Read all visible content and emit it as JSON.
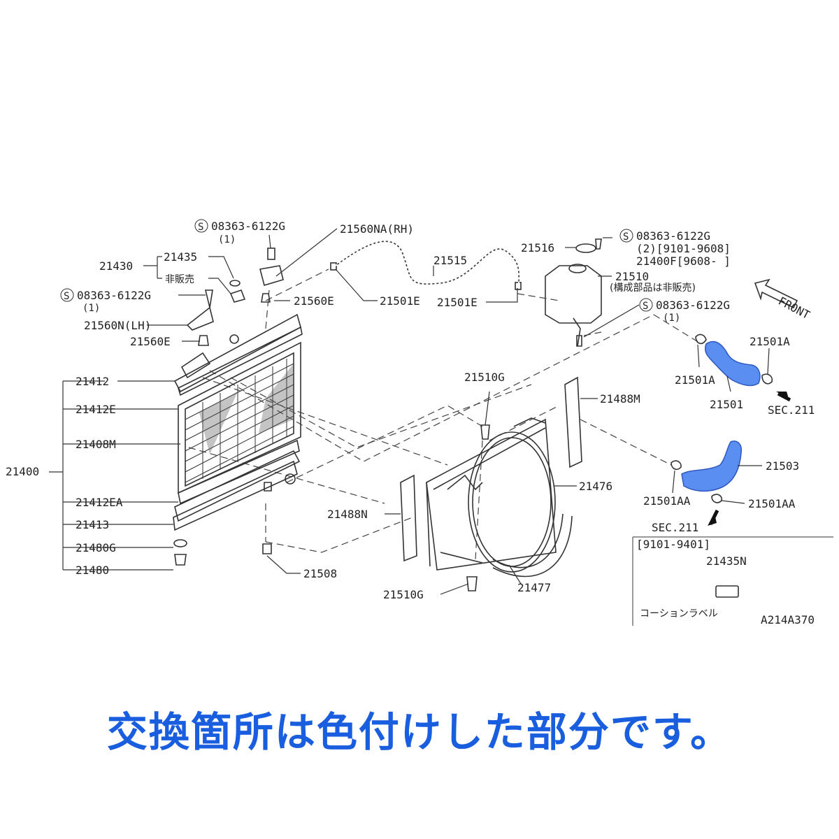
{
  "labels": {
    "p21400": "21400",
    "p21412": "21412",
    "p21412E": "21412E",
    "p21408M": "21408M",
    "p21412EA": "21412EA",
    "p21413": "21413",
    "p21480G": "21480G",
    "p21480": "21480",
    "p21430": "21430",
    "p21435": "21435",
    "hihanbai": "非販売",
    "bolt_a": "08363-6122G",
    "bolt_a_qty": "(1)",
    "bolt_b": "08363-6122G",
    "bolt_b_qty": "(1)",
    "p21560N": "21560N(LH)",
    "p21560E_left": "21560E",
    "p21560NA": "21560NA(RH)",
    "p21560E_mid": "21560E",
    "p21501E_a": "21501E",
    "p21515": "21515",
    "p21516": "21516",
    "p21501E_b": "21501E",
    "bolt_c": "08363-6122G",
    "bolt_c_note1": "(2)[9101-9608]",
    "bolt_c_note2": "21400F[9608-      ]",
    "p21510": "21510",
    "p21510_note": "(構成部品は非販売)",
    "bolt_d": "08363-6122G",
    "bolt_d_qty": "(1)",
    "front": "FRONT",
    "p21501A_top": "21501A",
    "p21501A_left": "21501A",
    "p21501": "21501",
    "sec211_a": "SEC.211",
    "p21510G_top": "21510G",
    "p21488M": "21488M",
    "p21503": "21503",
    "p21476": "21476",
    "p21501AA_left": "21501AA",
    "p21501AA_right": "21501AA",
    "sec211_b": "SEC.211",
    "p21488N": "21488N",
    "p21508": "21508",
    "p21477": "21477",
    "p21510G_bottom": "21510G",
    "inset_range": "[9101-9401]",
    "p21435N": "21435N",
    "caution_label": "コーションラベル",
    "diagram_code": "A214A370"
  },
  "caption": "交換箇所は色付けした部分です。",
  "colors": {
    "highlight": "#5a8ef0",
    "caption": "#1a5ee0",
    "line": "#333333"
  }
}
